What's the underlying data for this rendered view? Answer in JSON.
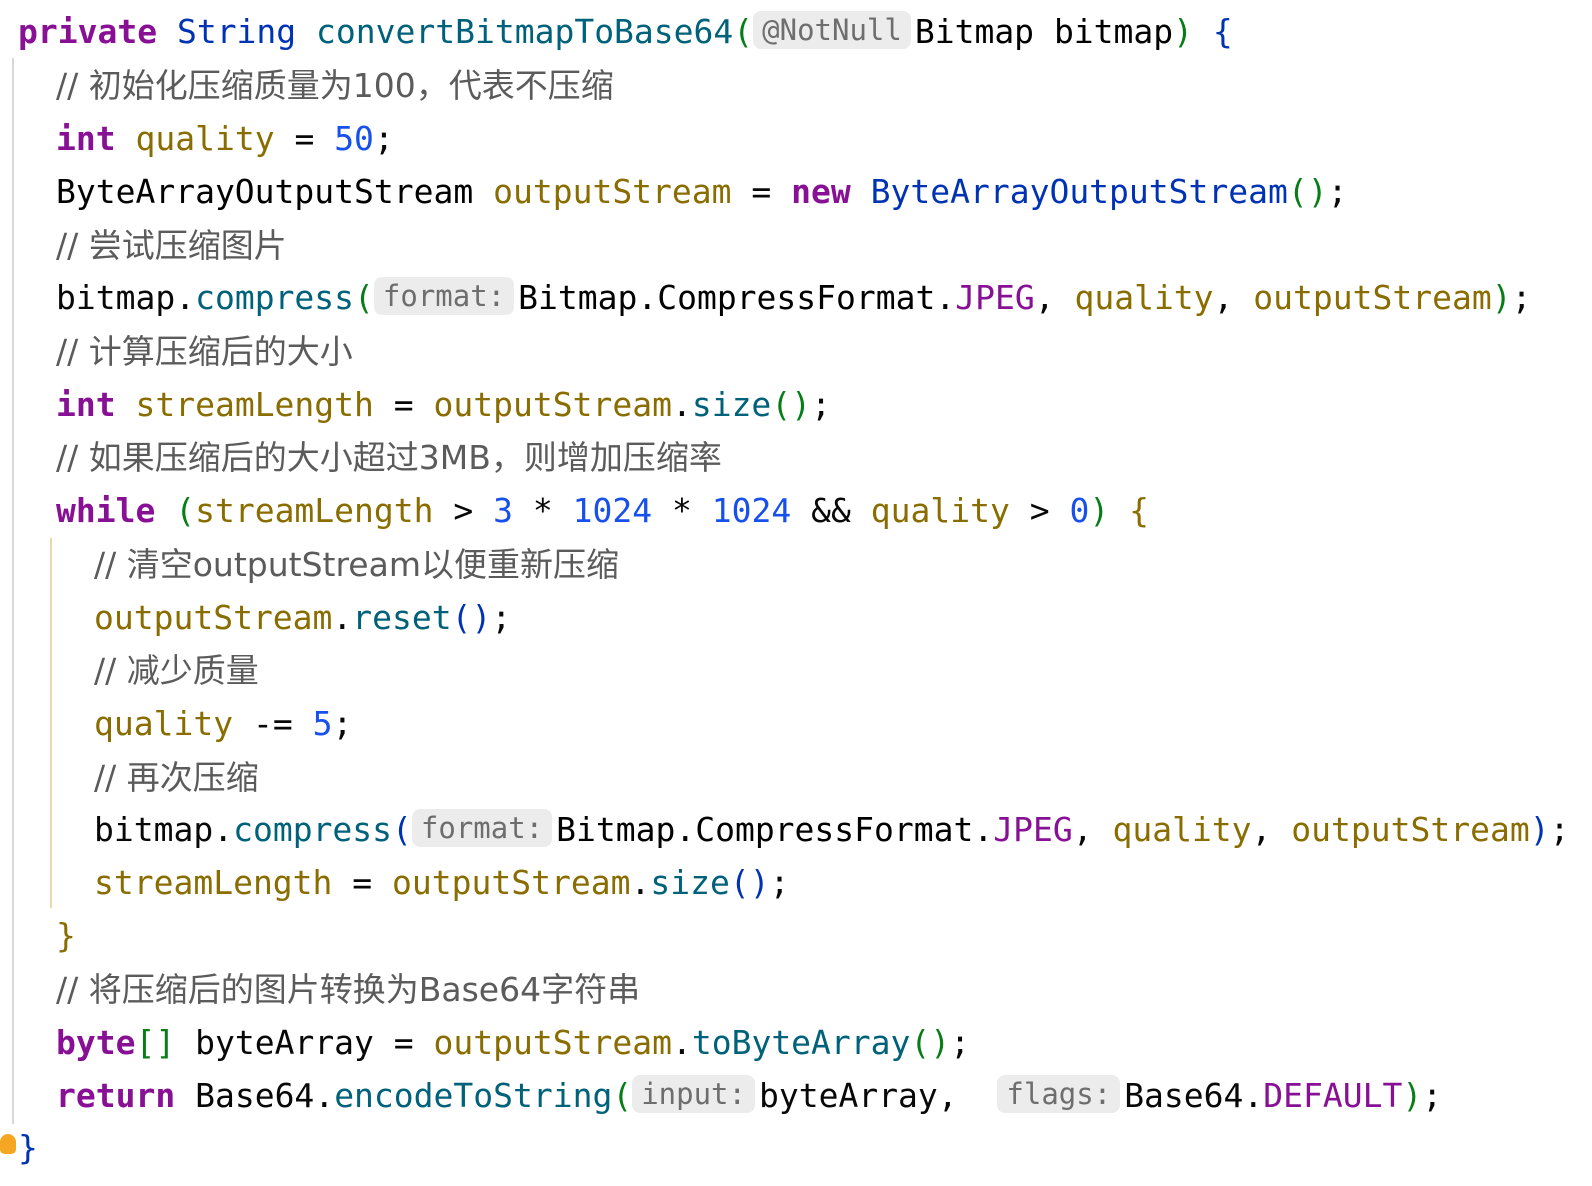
{
  "code": {
    "l1": {
      "kw": "private",
      "type": "String",
      "fn": "convertBitmapToBase64",
      "p_open": "(",
      "hint": "@NotNull",
      "ptype": "Bitmap",
      "pname": "bitmap",
      "p_close": ")",
      "brace": "{"
    },
    "l2": {
      "comment": "// 初始化压缩质量为100，代表不压缩"
    },
    "l3": {
      "kw": "int",
      "var": "quality",
      "op": "=",
      "num": "50",
      "semi": ";"
    },
    "l4": {
      "type": "ByteArrayOutputStream",
      "var": "outputStream",
      "op": "=",
      "kw": "new",
      "ctor": "ByteArrayOutputStream",
      "parens": "()",
      "semi": ";"
    },
    "l5": {
      "comment": "// 尝试压缩图片"
    },
    "l6": {
      "obj": "bitmap",
      "dot": ".",
      "method": "compress",
      "p_open": "(",
      "hint": "format:",
      "cls": "Bitmap.CompressFormat.",
      "const": "JPEG",
      "sep1": ",",
      "arg2": "quality",
      "sep2": ",",
      "arg3": "outputStream",
      "p_close": ")",
      "semi": ";"
    },
    "l7": {
      "comment": "// 计算压缩后的大小"
    },
    "l8": {
      "kw": "int",
      "var": "streamLength",
      "op": "=",
      "obj": "outputStream",
      "dot": ".",
      "method": "size",
      "parens": "()",
      "semi": ";"
    },
    "l9": {
      "comment": "// 如果压缩后的大小超过3MB，则增加压缩率"
    },
    "l10": {
      "kw": "while",
      "p_open": "(",
      "var1": "streamLength",
      "op1": ">",
      "num1": "3",
      "op2": "*",
      "num2": "1024",
      "op3": "*",
      "num3": "1024",
      "op4": "&&",
      "var2": "quality",
      "op5": ">",
      "num4": "0",
      "p_close": ")",
      "brace": "{"
    },
    "l11": {
      "comment": "// 清空outputStream以便重新压缩"
    },
    "l12": {
      "obj": "outputStream",
      "dot": ".",
      "method": "reset",
      "parens": "()",
      "semi": ";"
    },
    "l13": {
      "comment": "// 减少质量"
    },
    "l14": {
      "var": "quality",
      "op": "-=",
      "num": "5",
      "semi": ";"
    },
    "l15": {
      "comment": "// 再次压缩"
    },
    "l16": {
      "obj": "bitmap",
      "dot": ".",
      "method": "compress",
      "p_open": "(",
      "hint": "format:",
      "cls": "Bitmap.CompressFormat.",
      "const": "JPEG",
      "sep1": ",",
      "arg2": "quality",
      "sep2": ",",
      "arg3": "outputStream",
      "p_close": ")",
      "semi": ";"
    },
    "l17": {
      "var": "streamLength",
      "op": "=",
      "obj": "outputStream",
      "dot": ".",
      "method": "size",
      "parens": "()",
      "semi": ";"
    },
    "l18": {
      "brace": "}"
    },
    "l19": {
      "comment": "// 将压缩后的图片转换为Base64字符串"
    },
    "l20": {
      "kw": "byte",
      "brackets": "[]",
      "var": "byteArray",
      "op": "=",
      "obj": "outputStream",
      "dot": ".",
      "method": "toByteArray",
      "parens": "()",
      "semi": ";"
    },
    "l21": {
      "kw": "return",
      "cls": "Base64",
      "dot": ".",
      "method": "encodeToString",
      "p_open": "(",
      "hint1": "input:",
      "arg1": "byteArray",
      "sep": ",",
      "hint2": "flags:",
      "cls2": "Base64.",
      "const": "DEFAULT",
      "p_close": ")",
      "semi": ";"
    },
    "l22": {
      "brace": "}"
    }
  },
  "colors": {
    "keyword": "#871094",
    "method": "#00627a",
    "variable": "#8a6d00",
    "number": "#1750eb",
    "comment": "#5b5b5b",
    "hint_bg": "#ececec"
  },
  "icons": {
    "intention_bulb": "lightbulb-icon"
  }
}
